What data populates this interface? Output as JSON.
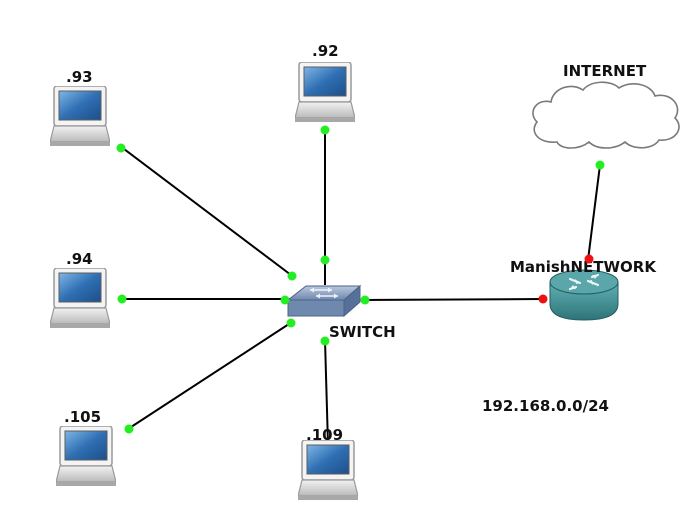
{
  "title": "",
  "nodes": {
    "internet": {
      "label": "INTERNET",
      "icon": "cloud-icon"
    },
    "router": {
      "label": "ManishNETWORK",
      "icon": "router-icon"
    },
    "switch": {
      "label": "SWITCH",
      "icon": "switch-icon"
    },
    "pc92": {
      "label": ".92",
      "icon": "laptop-icon"
    },
    "pc93": {
      "label": ".93",
      "icon": "laptop-icon"
    },
    "pc94": {
      "label": ".94",
      "icon": "laptop-icon"
    },
    "pc105": {
      "label": ".105",
      "icon": "laptop-icon"
    },
    "pc109": {
      "label": ".109",
      "icon": "laptop-icon"
    }
  },
  "network_label": "192.168.0.0/24",
  "links": [
    {
      "from": "pc93",
      "to": "switch",
      "status": "up"
    },
    {
      "from": "pc92",
      "to": "switch",
      "status": "up"
    },
    {
      "from": "pc94",
      "to": "switch",
      "status": "up"
    },
    {
      "from": "pc105",
      "to": "switch",
      "status": "up"
    },
    {
      "from": "pc109",
      "to": "switch",
      "status": "up"
    },
    {
      "from": "switch",
      "to": "router",
      "status": "mixed"
    },
    {
      "from": "internet",
      "to": "router",
      "status": "mixed"
    }
  ],
  "colors": {
    "link_up": "#22ee22",
    "link_down": "#ee1111",
    "router_teal": "#3f8f93",
    "switch_blue": "#7b93b8",
    "laptop_screen": "#2f6fb3"
  }
}
